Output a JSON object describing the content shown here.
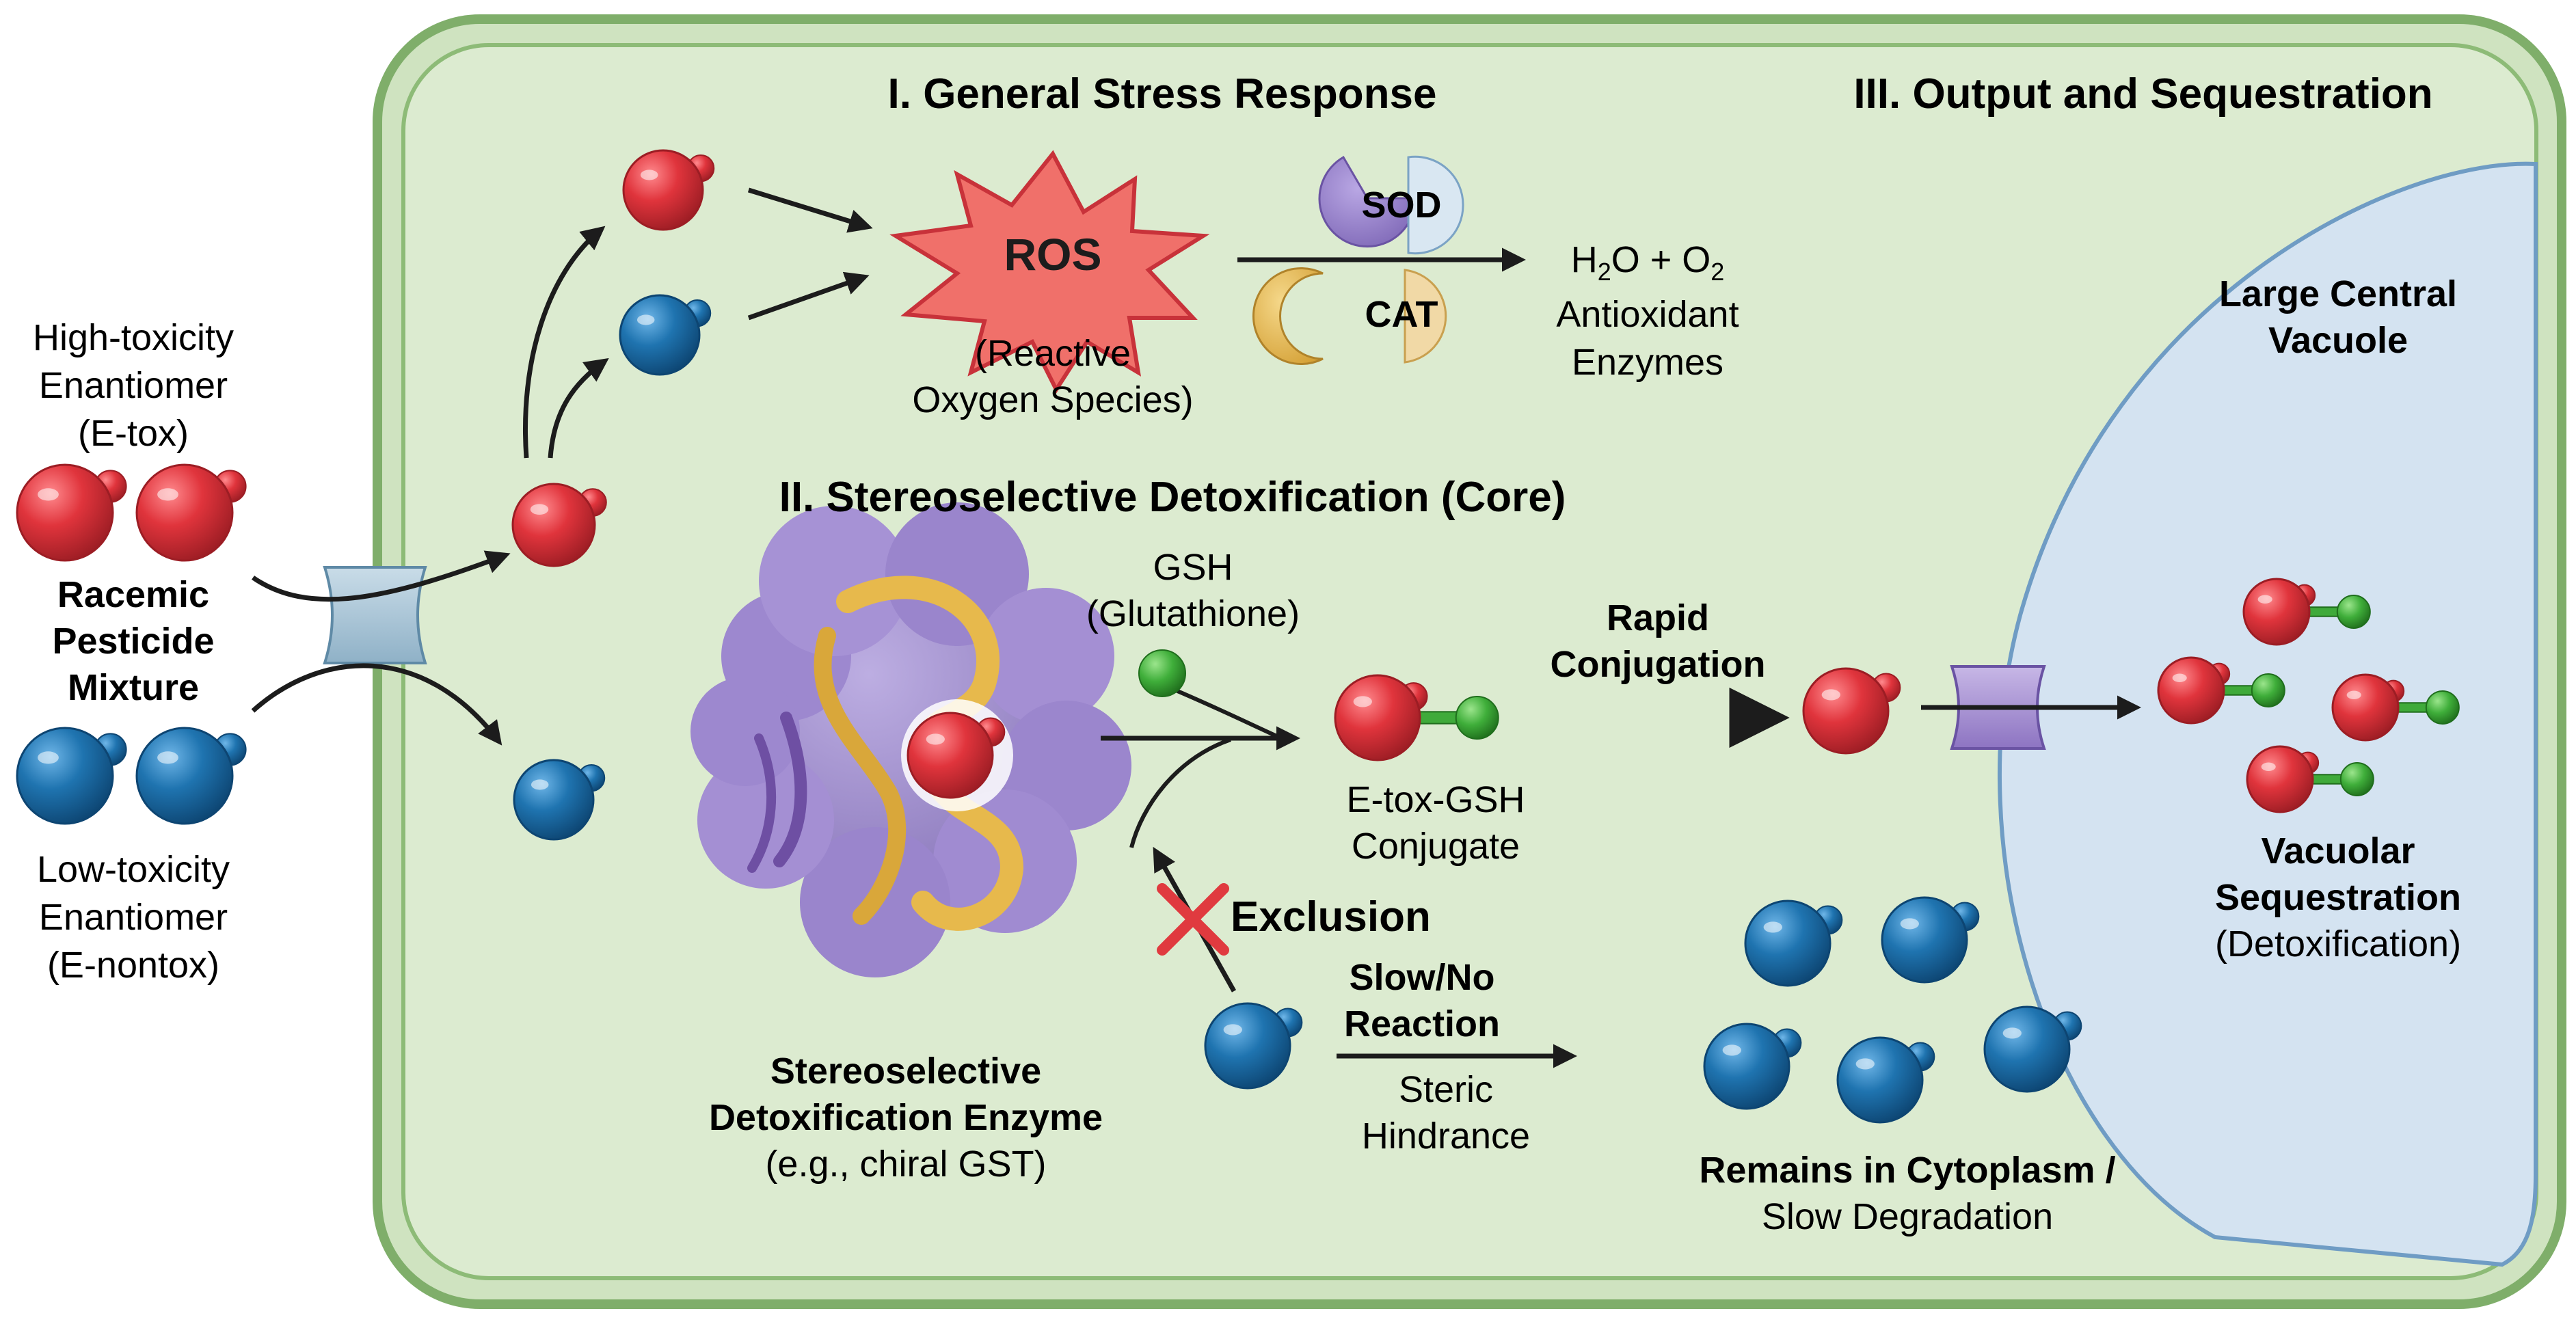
{
  "sections": {
    "general": "I. General Stress Response",
    "detox": "II. Stereoselective Detoxification (Core)",
    "output": "III. Output and Sequestration"
  },
  "inputs": {
    "high_tox_line1": "High-toxicity",
    "high_tox_line2": "Enantiomer",
    "high_tox_line3": "(E-tox)",
    "mixture_line1": "Racemic",
    "mixture_line2": "Pesticide",
    "mixture_line3": "Mixture",
    "low_tox_line1": "Low-toxicity",
    "low_tox_line2": "Enantiomer",
    "low_tox_line3": "(E-nontox)"
  },
  "ros": {
    "label": "ROS",
    "desc_line1": "(Reactive",
    "desc_line2": "Oxygen Species)"
  },
  "enzymes": {
    "sod": "SOD",
    "cat": "CAT",
    "product_h2o": "H",
    "product_sub2": "2",
    "product_mid": "O + O",
    "product_sub2b": "2",
    "label_line1": "Antioxidant",
    "label_line2": "Enzymes"
  },
  "gsh": {
    "line1": "GSH",
    "line2": "(Glutathione)"
  },
  "conjugate": {
    "line1": "E-tox-GSH",
    "line2": "Conjugate"
  },
  "rapid": {
    "line1": "Rapid",
    "line2": "Conjugation"
  },
  "exclusion": "Exclusion",
  "slow": {
    "line1": "Slow/No",
    "line2": "Reaction",
    "steric1": "Steric",
    "steric2": "Hindrance"
  },
  "enzyme_label": {
    "line1": "Stereoselective",
    "line2": "Detoxification Enzyme",
    "line3": "(e.g., chiral GST)"
  },
  "cytoplasm": {
    "line1": "Remains in Cytoplasm /",
    "line2": "Slow Degradation"
  },
  "vacuole": {
    "line1": "Large Central",
    "line2": "Vacuole",
    "seq1": "Vacuolar",
    "seq2": "Sequestration",
    "seq3": "(Detoxification)"
  },
  "colors": {
    "cell_fill": "#dcebd0",
    "cell_border": "#7fae6a",
    "vacuole_fill": "#d4e3f1",
    "red": "#d8333b",
    "blue": "#1c6fa8",
    "green": "#3faa3a",
    "purple": "#8f79c4",
    "gold": "#e2b24a"
  }
}
